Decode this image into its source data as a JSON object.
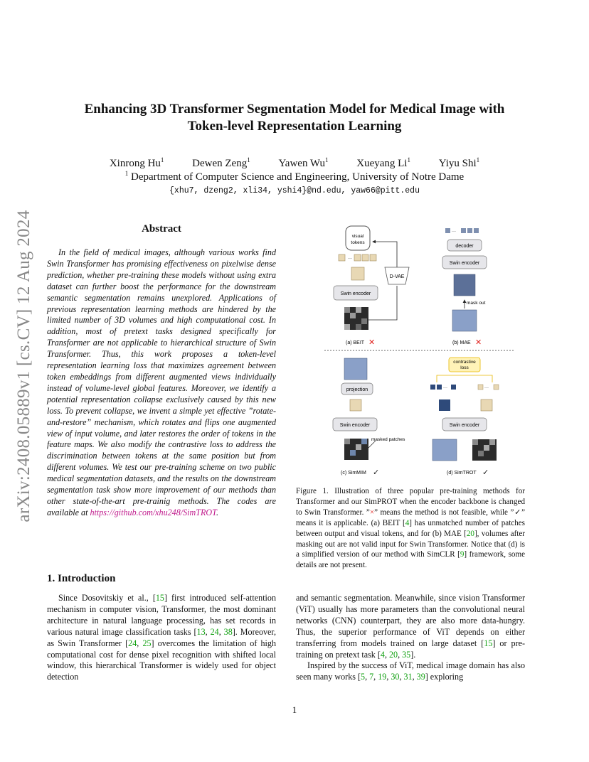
{
  "title_line1": "Enhancing 3D Transformer Segmentation Model for Medical Image with",
  "title_line2": "Token-level Representation Learning",
  "authors": [
    "Xinrong Hu",
    "Dewen Zeng",
    "Yawen Wu",
    "Xueyang Li",
    "Yiyu Shi"
  ],
  "author_sup": "1",
  "affiliation": "Department of Computer Science and Engineering, University of Notre Dame",
  "emails": "{xhu7, dzeng2, xli34, yshi4}@nd.edu, yaw66@pitt.edu",
  "arxiv_id": "arXiv:2408.05889v1  [cs.CV]  12 Aug 2024",
  "abstract_heading": "Abstract",
  "abstract_text": "In the field of medical images, although various works find Swin Transformer has promising effectiveness on pixelwise dense prediction, whether pre-training these models without using extra dataset can further boost the performance for the downstream semantic segmentation remains unexplored. Applications of previous representation learning methods are hindered by the limited number of 3D volumes and high computational cost. In addition, most of pretext tasks designed specifically for Transformer are not applicable to hierarchical structure of Swin Transformer. Thus, this work proposes a token-level representation learning loss that maximizes agreement between token embeddings from different augmented views individually instead of volume-level global features. Moreover, we identify a potential representation collapse exclusively caused by this new loss. To prevent collapse, we invent a simple yet effective ”rotate-and-restore” mechanism, which rotates and flips one augmented view of input volume, and later restores the order of tokens in the feature maps. We also modify the contrastive loss to address the discrimination between tokens at the same position but from different volumes. We test our pre-training scheme on two public medical segmentation datasets, and the results on the downstream segmentation task show more improvement of our methods than other state-of-the-art pre-trainig methods. The codes are available at ",
  "abstract_link": "https://github.com/xhu248/SimTROT",
  "abstract_end": ".",
  "intro_heading": "1. Introduction",
  "intro_col1": [
    "Since Dosovitskiy et al., [",
    "15",
    "] first introduced self-attention mechanism in computer vision, Transformer, the most dominant architecture in natural language processing, has set records in various natural image classification tasks [",
    "13",
    ", ",
    "24",
    ", ",
    "38",
    "]. Moreover, as Swin Transformer [",
    "24",
    ", ",
    "25",
    "] overcomes the limitation of high computational cost for dense pixel recognition with shifted local window, this hierarchical Transformer is widely used for object detection"
  ],
  "intro_col2_p1": [
    "and semantic segmentation. Meanwhile, since vision Transformer (ViT) usually has more parameters than the convolutional neural networks (CNN) counterpart, they are also more data-hungry. Thus, the superior performance of ViT depends on either transferring from models trained on large dataset [",
    "15",
    "] or pre-training on pretext task [",
    "4",
    ", ",
    "20",
    ", ",
    "35",
    "]."
  ],
  "intro_col2_p2": [
    "Inspired by the success of ViT, medical image domain has also seen many works [",
    "5",
    ", ",
    "7",
    ", ",
    "19",
    ", ",
    "30",
    ", ",
    "31",
    ", ",
    "39",
    "] exploring"
  ],
  "figure": {
    "labels": {
      "visual_tokens": "visual\ntokens",
      "dvae": "D-VAE",
      "swin_encoder": "Swin encoder",
      "decoder": "decoder",
      "mask_out": "mask out",
      "projection": "projection",
      "contrastive_loss": "contrastive\nloss",
      "masked_patches": "masked patches",
      "a": "(a) BEIT",
      "b": "(b) MAE",
      "c": "(c) SimMIM",
      "d": "(d) SimTROT",
      "cross": "✕",
      "check": "✓"
    },
    "colors": {
      "cross": "#e0201c",
      "check": "#222222",
      "box": "#e6e6ea",
      "yellow": "#fff3b8",
      "yellow_border": "#e6b800",
      "token_tan": "#e8d8b4",
      "token_blue": "#6e86ac"
    }
  },
  "caption": [
    "Figure 1. Illustration of three popular pre-training methods for Transformer and our SimPROT when the encoder backbone is changed to Swin Transformer. ”",
    "×",
    "” means the method is not feasible, while ”✓” means it is applicable. (a) BEIT [",
    "4",
    "] has unmatched number of patches between output and visual tokens, and for (b) MAE [",
    "20",
    "], volumes after masking out are not valid input for Swin Transformer. Notice that (d) is a simplified version of our method with SimCLR [",
    "9",
    "] framework, some details are not present."
  ],
  "page_number": "1"
}
